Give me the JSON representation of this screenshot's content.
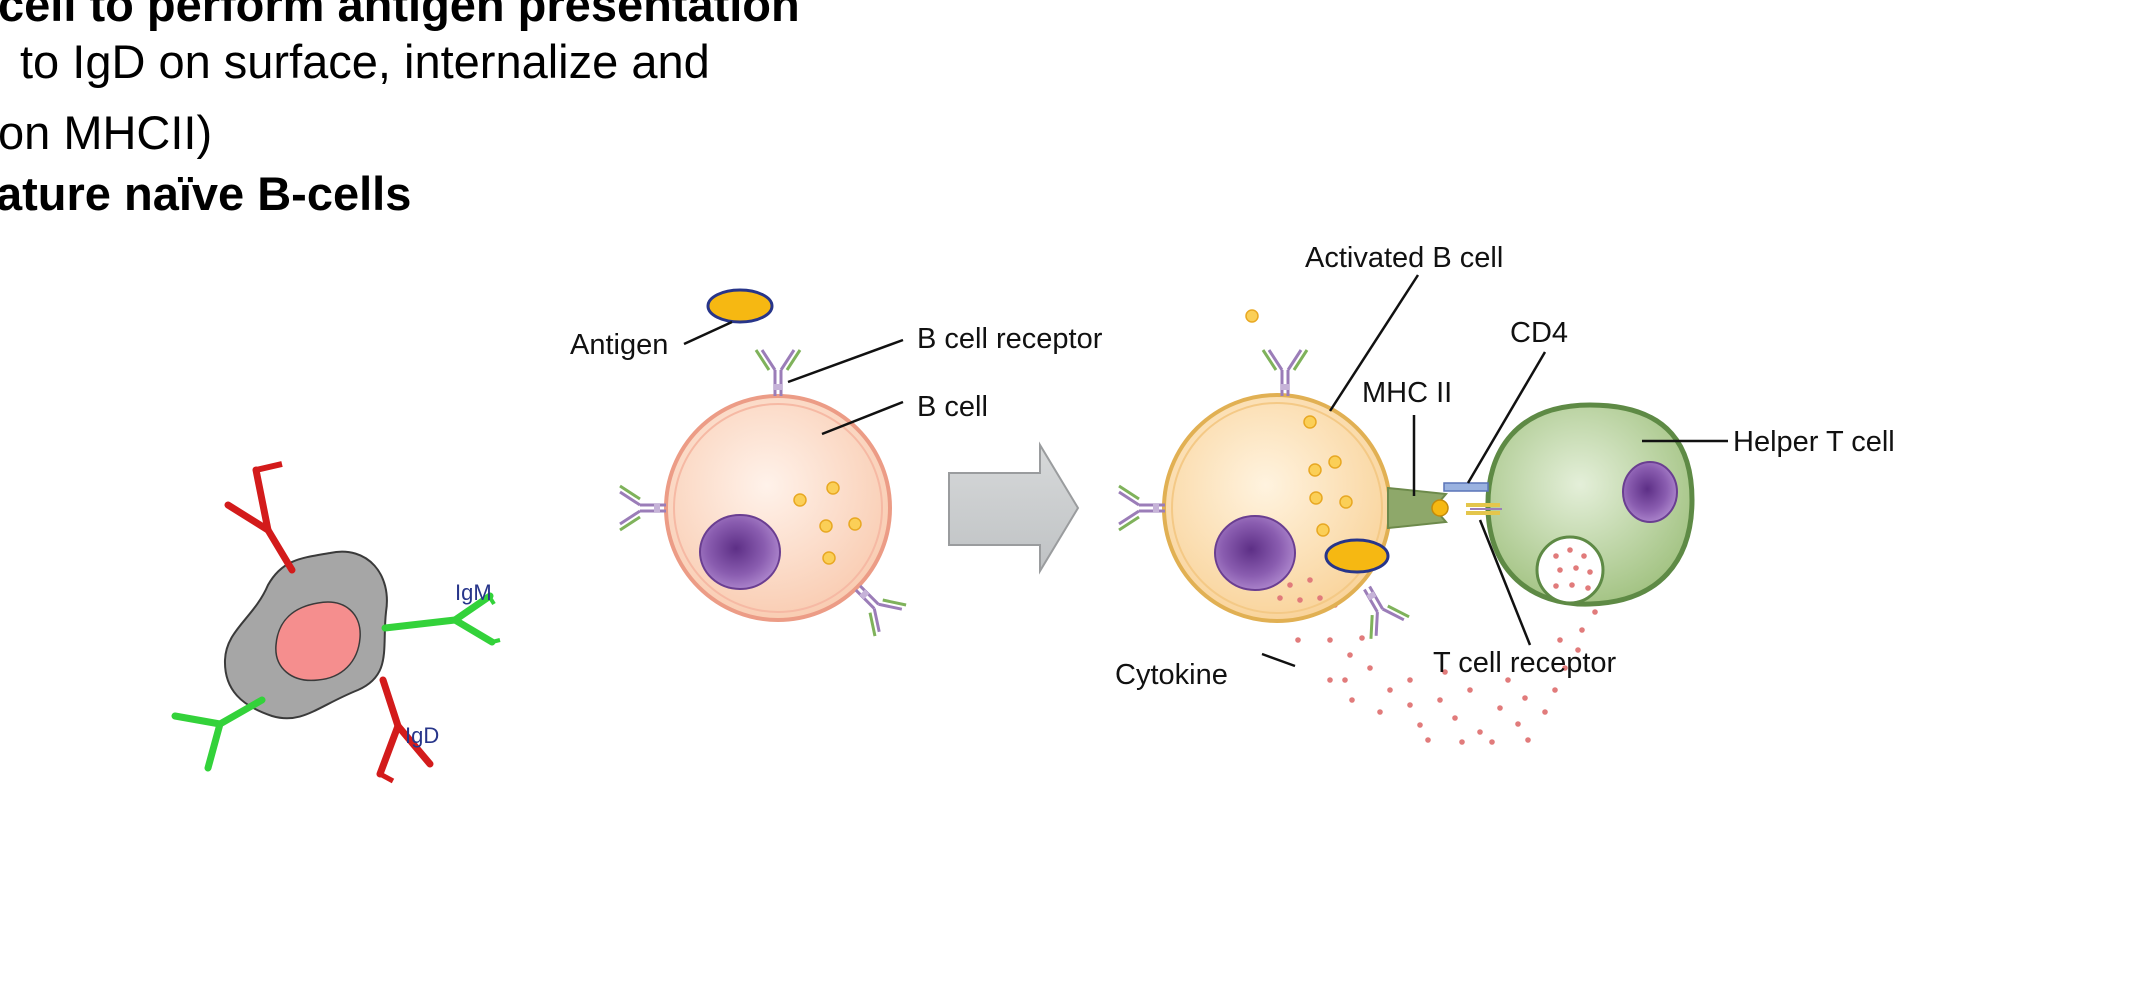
{
  "slide_text": {
    "line1": "cell to perform antigen presentation",
    "line2": "to IgD on surface, internalize and",
    "line3": "on MHCII)",
    "line4": "ature naïve B-cells"
  },
  "labels": {
    "igm": "IgM",
    "igd": "IgD",
    "antigen": "Antigen",
    "b_cell_receptor": "B cell receptor",
    "b_cell": "B cell",
    "activated_b_cell": "Activated B cell",
    "cd4": "CD4",
    "mhc_ii": "MHC II",
    "helper_t_cell": "Helper T cell",
    "cytokine": "Cytokine",
    "t_cell_receptor": "T cell receptor"
  },
  "colors": {
    "igm_green": "#33d23a",
    "igd_red": "#d31b1b",
    "antigen_yellow": "#f6b812",
    "b_cell_fill": "#fbd9c6",
    "activated_fill": "#fbdcb0",
    "t_cell_fill": "#a9c889",
    "nucleus": "#7b4a9e"
  }
}
